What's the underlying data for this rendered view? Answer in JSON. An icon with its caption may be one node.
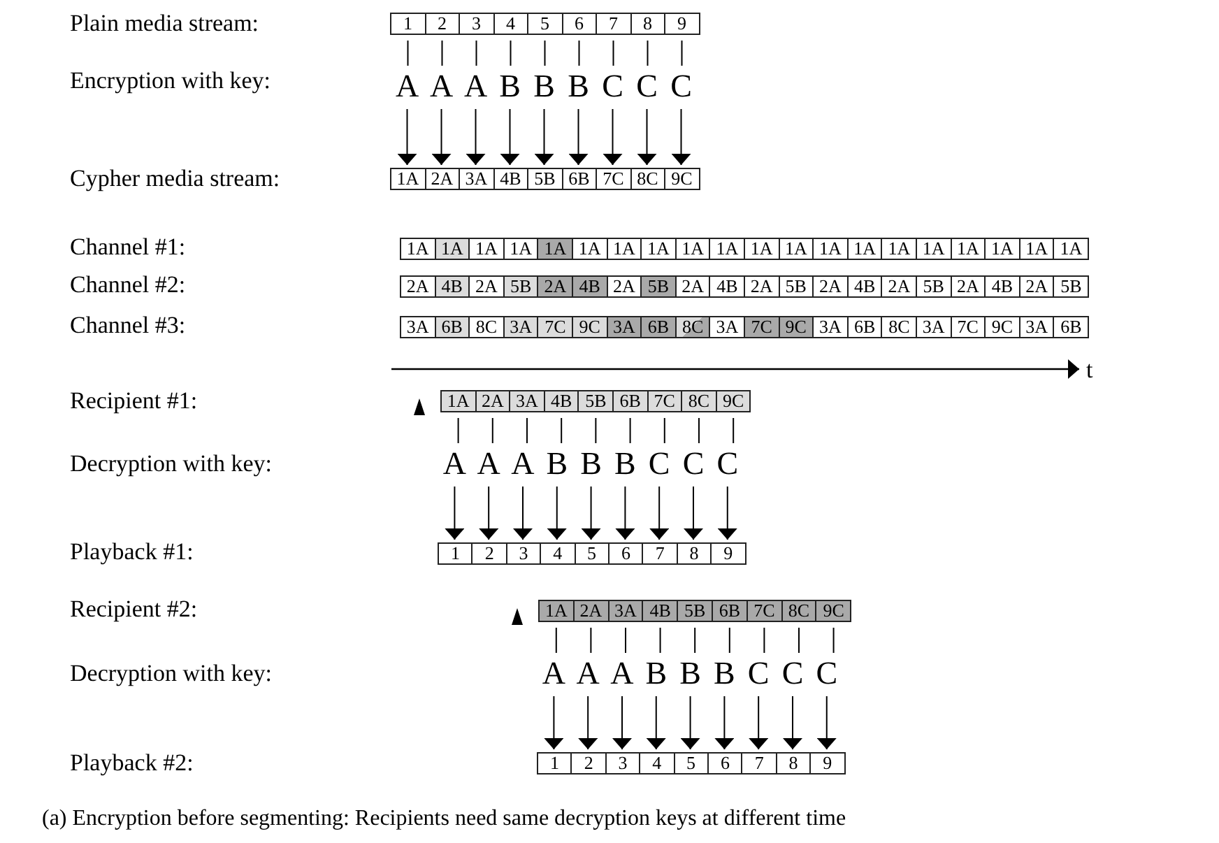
{
  "diagram": {
    "caption": "(a) Encryption before segmenting: Recipients need same decryption keys at different time",
    "nodes": [
      {
        "text": [
          "1"
        ]
      },
      {
        "text": [
          "2"
        ]
      },
      {
        "text": [
          "3"
        ]
      },
      {
        "text": [
          "4"
        ]
      },
      {
        "text": [
          "5"
        ]
      },
      {
        "text": [
          "6"
        ]
      },
      {
        "text": [
          "7"
        ]
      },
      {
        "text": [
          "8"
        ]
      },
      {
        "text": [
          "9"
        ]
      },
      {
        "text": [
          "A"
        ]
      },
      {
        "text": [
          "A"
        ]
      },
      {
        "text": [
          "A"
        ]
      },
      {
        "text": [
          "B"
        ]
      },
      {
        "text": [
          "B"
        ]
      },
      {
        "text": [
          "B"
        ]
      },
      {
        "text": [
          "C"
        ]
      },
      {
        "text": [
          "C"
        ]
      },
      {
        "text": [
          "C"
        ]
      },
      {
        "text": [
          "1A"
        ]
      },
      {
        "text": [
          "2A"
        ]
      },
      {
        "text": [
          "3A"
        ]
      },
      {
        "text": [
          "4B"
        ]
      },
      {
        "text": [
          "5B"
        ]
      },
      {
        "text": [
          "6B"
        ]
      },
      {
        "text": [
          "7C"
        ]
      },
      {
        "text": [
          "8C"
        ]
      },
      {
        "text": [
          "9C"
        ]
      },
      {
        "text": [
          "1A"
        ]
      },
      {
        "text": [
          "1A"
        ]
      },
      {
        "text": [
          "1A"
        ]
      },
      {
        "text": [
          "1A"
        ]
      },
      {
        "text": [
          "1A"
        ]
      },
      {
        "text": [
          "1A"
        ]
      },
      {
        "text": [
          "1A"
        ]
      },
      {
        "text": [
          "1A"
        ]
      },
      {
        "text": [
          "1A"
        ]
      },
      {
        "text": [
          "1A"
        ]
      },
      {
        "text": [
          "1A"
        ]
      },
      {
        "text": [
          "1A"
        ]
      },
      {
        "text": [
          "1A"
        ]
      },
      {
        "text": [
          "1A"
        ]
      },
      {
        "text": [
          "1A"
        ]
      },
      {
        "text": [
          "1A"
        ]
      },
      {
        "text": [
          "1A"
        ]
      },
      {
        "text": [
          "1A"
        ]
      },
      {
        "text": [
          "1A"
        ]
      },
      {
        "text": [
          "1A"
        ]
      },
      {
        "text": [
          "2A"
        ]
      },
      {
        "text": [
          "4B"
        ]
      },
      {
        "text": [
          "2A"
        ]
      },
      {
        "text": [
          "5B"
        ]
      },
      {
        "text": [
          "2A"
        ]
      },
      {
        "text": [
          "4B"
        ]
      },
      {
        "text": [
          "2A"
        ]
      },
      {
        "text": [
          "5B"
        ]
      },
      {
        "text": [
          "2A"
        ]
      },
      {
        "text": [
          "4B"
        ]
      },
      {
        "text": [
          "2A"
        ]
      },
      {
        "text": [
          "5B"
        ]
      },
      {
        "text": [
          "2A"
        ]
      },
      {
        "text": [
          "4B"
        ]
      },
      {
        "text": [
          "2A"
        ]
      },
      {
        "text": [
          "5B"
        ]
      },
      {
        "text": [
          "2A"
        ]
      },
      {
        "text": [
          "4B"
        ]
      },
      {
        "text": [
          "2A"
        ]
      },
      {
        "text": [
          "5B"
        ]
      },
      {
        "text": [
          "3A"
        ]
      },
      {
        "text": [
          "6B"
        ]
      },
      {
        "text": [
          "8C"
        ]
      },
      {
        "text": [
          "3A"
        ]
      },
      {
        "text": [
          "7C"
        ]
      },
      {
        "text": [
          "9C"
        ]
      },
      {
        "text": [
          "3A"
        ]
      },
      {
        "text": [
          "6B"
        ]
      },
      {
        "text": [
          "8C"
        ]
      },
      {
        "text": [
          "3A"
        ]
      },
      {
        "text": [
          "7C"
        ]
      },
      {
        "text": [
          "9C"
        ]
      },
      {
        "text": [
          "3A"
        ]
      },
      {
        "text": [
          "6B"
        ]
      },
      {
        "text": [
          "8C"
        ]
      },
      {
        "text": [
          "3A"
        ]
      },
      {
        "text": [
          "7C"
        ]
      },
      {
        "text": [
          "9C"
        ]
      },
      {
        "text": [
          "3A"
        ]
      },
      {
        "text": [
          "6B"
        ]
      },
      {
        "text": [
          "1A"
        ]
      },
      {
        "text": [
          "2A"
        ]
      },
      {
        "text": [
          "3A"
        ]
      },
      {
        "text": [
          "4B"
        ]
      },
      {
        "text": [
          "5B"
        ]
      },
      {
        "text": [
          "6B"
        ]
      },
      {
        "text": [
          "7C"
        ]
      },
      {
        "text": [
          "8C"
        ]
      },
      {
        "text": [
          "9C"
        ]
      },
      {
        "text": [
          "A"
        ]
      },
      {
        "text": [
          "A"
        ]
      },
      {
        "text": [
          "A"
        ]
      },
      {
        "text": [
          "B"
        ]
      },
      {
        "text": [
          "B"
        ]
      },
      {
        "text": [
          "B"
        ]
      },
      {
        "text": [
          "C"
        ]
      },
      {
        "text": [
          "C"
        ]
      },
      {
        "text": [
          "C"
        ]
      },
      {
        "text": [
          "1"
        ]
      },
      {
        "text": [
          "2"
        ]
      },
      {
        "text": [
          "3"
        ]
      },
      {
        "text": [
          "4"
        ]
      },
      {
        "text": [
          "5"
        ]
      },
      {
        "text": [
          "6"
        ]
      },
      {
        "text": [
          "7"
        ]
      },
      {
        "text": [
          "8"
        ]
      },
      {
        "text": [
          "9"
        ]
      },
      {
        "text": [
          "1A"
        ]
      },
      {
        "text": [
          "2A"
        ]
      },
      {
        "text": [
          "3A"
        ]
      },
      {
        "text": [
          "4B"
        ]
      },
      {
        "text": [
          "5B"
        ]
      },
      {
        "text": [
          "6B"
        ]
      },
      {
        "text": [
          "7C"
        ]
      },
      {
        "text": [
          "8C"
        ]
      },
      {
        "text": [
          "9C"
        ]
      },
      {
        "text": [
          "A"
        ]
      },
      {
        "text": [
          "A"
        ]
      },
      {
        "text": [
          "A"
        ]
      },
      {
        "text": [
          "B"
        ]
      },
      {
        "text": [
          "B"
        ]
      },
      {
        "text": [
          "B"
        ]
      },
      {
        "text": [
          "C"
        ]
      },
      {
        "text": [
          "C"
        ]
      },
      {
        "text": [
          "C"
        ]
      },
      {
        "text": [
          "1"
        ]
      },
      {
        "text": [
          "2"
        ]
      },
      {
        "text": [
          "3"
        ]
      },
      {
        "text": [
          "4"
        ]
      },
      {
        "text": [
          "5"
        ]
      },
      {
        "text": [
          "6"
        ]
      },
      {
        "text": [
          "7"
        ]
      },
      {
        "text": [
          "8"
        ]
      },
      {
        "text": [
          "9"
        ]
      }
    ],
    "edges": [
      {
        "from": 0,
        "to": 9,
        "arrow": "none"
      },
      {
        "from": 1,
        "to": 10,
        "arrow": "none"
      },
      {
        "from": 2,
        "to": 11,
        "arrow": "none"
      },
      {
        "from": 3,
        "to": 12,
        "arrow": "none"
      },
      {
        "from": 4,
        "to": 13,
        "arrow": "none"
      },
      {
        "from": 5,
        "to": 14,
        "arrow": "none"
      },
      {
        "from": 6,
        "to": 15,
        "arrow": "none"
      },
      {
        "from": 7,
        "to": 16,
        "arrow": "none"
      },
      {
        "from": 8,
        "to": 17,
        "arrow": "none"
      },
      {
        "from": 9,
        "to": 18,
        "arrow": "to"
      },
      {
        "from": 10,
        "to": 19,
        "arrow": "to"
      },
      {
        "from": 11,
        "to": 20,
        "arrow": "to"
      },
      {
        "from": 12,
        "to": 21,
        "arrow": "to"
      },
      {
        "from": 13,
        "to": 22,
        "arrow": "to"
      },
      {
        "from": 14,
        "to": 23,
        "arrow": "to"
      },
      {
        "from": 15,
        "to": 24,
        "arrow": "to"
      },
      {
        "from": 16,
        "to": 25,
        "arrow": "to"
      },
      {
        "from": 17,
        "to": 26,
        "arrow": "to"
      },
      {
        "from": 87,
        "to": 96,
        "arrow": "none"
      },
      {
        "from": 88,
        "to": 97,
        "arrow": "none"
      },
      {
        "from": 89,
        "to": 98,
        "arrow": "none"
      },
      {
        "from": 90,
        "to": 99,
        "arrow": "none"
      },
      {
        "from": 91,
        "to": 100,
        "arrow": "none"
      },
      {
        "from": 92,
        "to": 101,
        "arrow": "none"
      },
      {
        "from": 93,
        "to": 102,
        "arrow": "none"
      },
      {
        "from": 94,
        "to": 103,
        "arrow": "none"
      },
      {
        "from": 95,
        "to": 104,
        "arrow": "none"
      },
      {
        "from": 96,
        "to": 105,
        "arrow": "to"
      },
      {
        "from": 97,
        "to": 106,
        "arrow": "to"
      },
      {
        "from": 98,
        "to": 107,
        "arrow": "to"
      },
      {
        "from": 99,
        "to": 108,
        "arrow": "to"
      },
      {
        "from": 100,
        "to": 109,
        "arrow": "to"
      },
      {
        "from": 101,
        "to": 110,
        "arrow": "to"
      },
      {
        "from": 102,
        "to": 111,
        "arrow": "to"
      },
      {
        "from": 103,
        "to": 112,
        "arrow": "to"
      },
      {
        "from": 104,
        "to": 113,
        "arrow": "to"
      },
      {
        "from": 114,
        "to": 123,
        "arrow": "none"
      },
      {
        "from": 115,
        "to": 124,
        "arrow": "none"
      },
      {
        "from": 116,
        "to": 125,
        "arrow": "none"
      },
      {
        "from": 117,
        "to": 126,
        "arrow": "none"
      },
      {
        "from": 118,
        "to": 127,
        "arrow": "none"
      },
      {
        "from": 119,
        "to": 128,
        "arrow": "none"
      },
      {
        "from": 120,
        "to": 129,
        "arrow": "none"
      },
      {
        "from": 121,
        "to": 130,
        "arrow": "none"
      },
      {
        "from": 122,
        "to": 131,
        "arrow": "none"
      },
      {
        "from": 123,
        "to": 132,
        "arrow": "to"
      },
      {
        "from": 124,
        "to": 133,
        "arrow": "to"
      },
      {
        "from": 125,
        "to": 134,
        "arrow": "to"
      },
      {
        "from": 126,
        "to": 135,
        "arrow": "to"
      },
      {
        "from": 127,
        "to": 136,
        "arrow": "to"
      },
      {
        "from": 128,
        "to": 137,
        "arrow": "to"
      },
      {
        "from": 129,
        "to": 138,
        "arrow": "to"
      },
      {
        "from": 130,
        "to": 139,
        "arrow": "to"
      },
      {
        "from": 131,
        "to": 140,
        "arrow": "to"
      }
    ],
    "labels": [
      "Plain media stream:",
      "Encryption with key:",
      "Cypher media stream:",
      "Channel #1:",
      "Channel #2:",
      "Channel #3:",
      "t",
      "Recipient #1:",
      "Decryption with key:",
      "Playback #1:",
      "Recipient #2:",
      "Decryption with key:",
      "Playback #2:"
    ]
  }
}
